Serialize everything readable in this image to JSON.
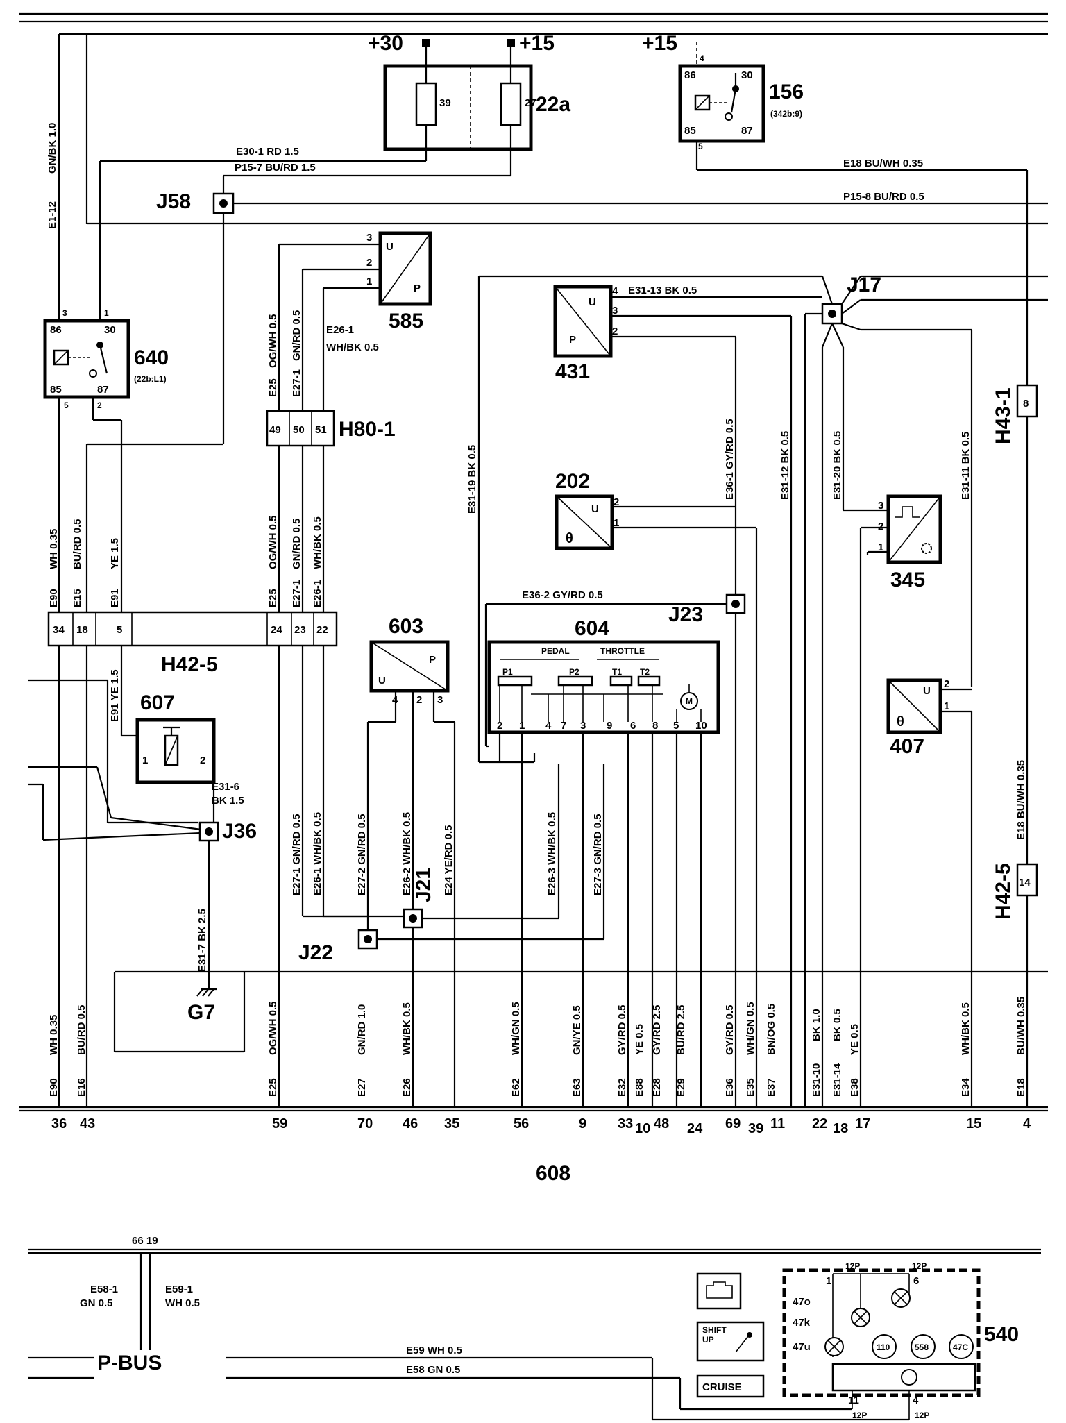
{
  "supply": {
    "plus30": "+30",
    "plus15_a": "+15",
    "plus15_b": "+15"
  },
  "fuse_box": {
    "id": "22a",
    "fuse1": "39",
    "fuse2": "27"
  },
  "relay156": {
    "id": "156",
    "ref": "(342b:9)",
    "pins": [
      "86",
      "30",
      "85",
      "87"
    ],
    "p4": "4",
    "p5": "5"
  },
  "relay640": {
    "id": "640",
    "ref": "(22b:L1)",
    "pins": [
      "86",
      "30",
      "85",
      "87"
    ],
    "p3": "3",
    "p1": "1",
    "p5": "5",
    "p2": "2"
  },
  "junctions": {
    "j58": "J58",
    "j17": "J17",
    "j23": "J23",
    "j36": "J36",
    "j21": "J21",
    "j22": "J22"
  },
  "ground": "G7",
  "wire_labels": {
    "e30_1": "E30-1   RD  1.5",
    "p15_7": "P15-7   BU/RD  1.5",
    "e18_top": "E18   BU/WH  0.35",
    "p15_8": "P15-8    BU/RD   0.5",
    "e1_12": "E1-12",
    "gn_bk": "GN/BK   1.0",
    "e26_1a": "E26-1",
    "e26_1b": "WH/BK  0.5",
    "e31_13": "E31-13     BK  0.5",
    "e36_2": "E36-2    GY/RD   0.5",
    "e31_6a": "E31-6",
    "e31_6b": "BK   1.5",
    "e59": "E59   WH  0.5",
    "e58": "E58   GN  0.5",
    "e58_1a": "E58-1",
    "e58_1b": "GN  0.5",
    "e59_1a": "E59-1",
    "e59_1b": "WH  0.5"
  },
  "sensors": {
    "s585": {
      "id": "585",
      "u": "U",
      "p": "P",
      "pins": [
        "3",
        "2",
        "1"
      ]
    },
    "s431": {
      "id": "431",
      "u": "U",
      "p": "P",
      "pins": [
        "4",
        "3",
        "2"
      ]
    },
    "s202": {
      "id": "202",
      "u": "U",
      "theta": "θ",
      "pins": [
        "2",
        "1"
      ]
    },
    "s345": {
      "id": "345",
      "pins": [
        "3",
        "2",
        "1"
      ]
    },
    "s407": {
      "id": "407",
      "u": "U",
      "theta": "θ",
      "pins": [
        "2",
        "1"
      ]
    },
    "s603": {
      "id": "603",
      "u": "U",
      "p": "P",
      "pins": [
        "4",
        "2",
        "3"
      ]
    },
    "s607": {
      "id": "607",
      "pins": [
        "1",
        "2"
      ]
    }
  },
  "connectors": {
    "h80_1": {
      "id": "H80-1",
      "pins": [
        "49",
        "50",
        "51"
      ]
    },
    "h42_5a": {
      "id": "H42-5",
      "pins": [
        "34",
        "18",
        "5",
        "24",
        "23",
        "22"
      ]
    },
    "h43_1": {
      "id": "H43-1",
      "pin": "8"
    },
    "h42_5b": {
      "id": "H42-5",
      "pin": "14"
    }
  },
  "module604": {
    "id": "604",
    "pedal": "PEDAL",
    "throttle": "THROTTLE",
    "sub": [
      "P1",
      "P2",
      "T1",
      "T2"
    ],
    "pins": [
      "2",
      "1",
      "4",
      "7",
      "3",
      "9",
      "6",
      "8",
      "5",
      "10"
    ],
    "motor": "M"
  },
  "ecu": {
    "id": "608"
  },
  "ecu_pins": [
    "36",
    "43",
    "59",
    "70",
    "46",
    "35",
    "56",
    "9",
    "33",
    "10",
    "48",
    "24",
    "69",
    "39",
    "11",
    "22",
    "18",
    "17",
    "15",
    "4"
  ],
  "bottom_wires": [
    {
      "id": "E90",
      "spec": "WH 0.35"
    },
    {
      "id": "E16",
      "spec": "BU/RD 0.5"
    },
    {
      "id": "E25",
      "spec": "OG/WH 0.5"
    },
    {
      "id": "E27",
      "spec": "GN/RD 1.0"
    },
    {
      "id": "E26",
      "spec": "WH/BK 0.5"
    },
    {
      "id": "E62",
      "spec": "WH/GN 0.5"
    },
    {
      "id": "E63",
      "spec": "GN/YE 0.5"
    },
    {
      "id": "E32",
      "spec": "GY/RD 0.5"
    },
    {
      "id": "E88",
      "spec": "YE 0.5"
    },
    {
      "id": "E28",
      "spec": "GY/RD 2.5"
    },
    {
      "id": "E29",
      "spec": "BU/RD 2.5"
    },
    {
      "id": "E36",
      "spec": "GY/RD 0.5"
    },
    {
      "id": "E35",
      "spec": "WH/GN 0.5"
    },
    {
      "id": "E37",
      "spec": "BN/OG 0.5"
    },
    {
      "id": "E31-10",
      "spec": "BK 1.0"
    },
    {
      "id": "E31-14",
      "spec": "BK 0.5"
    },
    {
      "id": "E38",
      "spec": "YE 0.5"
    },
    {
      "id": "E34",
      "spec": "WH/BK 0.5"
    },
    {
      "id": "E18",
      "spec": "BU/WH 0.35"
    }
  ],
  "mid_wires": [
    {
      "id": "E90",
      "spec": "WH 0.35"
    },
    {
      "id": "E15",
      "spec": "BU/RD 0.5"
    },
    {
      "id": "E91",
      "spec": "YE 1.5"
    },
    {
      "id": "E25",
      "spec": "OG/WH 0.5"
    },
    {
      "id": "E27-1",
      "spec": "GN/RD 0.5"
    },
    {
      "id": "E26-1",
      "spec": "WH/BK 0.5"
    }
  ],
  "upper_wires": [
    {
      "id": "E25",
      "spec": "OG/WH 0.5"
    },
    {
      "id": "E27-1",
      "spec": "GN/RD 0.5"
    }
  ],
  "vert_labels": {
    "e31_19": "E31-19    BK  0.5",
    "e36_1": "E36-1    GY/RD  0.5",
    "e31_12": "E31-12    BK  0.5",
    "e31_20": "E31-20    BK  0.5",
    "e31_11": "E31-11    BK  0.5",
    "e18_right": "E18    BU/WH  0.35",
    "e91_mid": "E91    YE  1.5",
    "e27_1b": "E27-1    GN/RD  0.5",
    "e26_1c": "E26-1    WH/BK  0.5",
    "e27_2": "E27-2    GN/RD  0.5",
    "e26_2": "E26-2    WH/BK  0.5",
    "e24": "E24    YE/RD  0.5",
    "e26_3": "E26-3    WH/BK  0.5",
    "e27_3": "E27-3    GN/RD  0.5",
    "e31_7": "E31-7    BK  2.5"
  },
  "pbus": {
    "label": "P-BUS",
    "pins": "66  19"
  },
  "cluster": {
    "id": "540",
    "p12a": "12P",
    "p12b": "12P",
    "p12c": "12P",
    "p12d": "12P",
    "p1": "1",
    "p6": "6",
    "p11": "11",
    "p4": "4",
    "side": [
      "47o",
      "47k",
      "47u"
    ],
    "lamps": [
      "110",
      "558",
      "47C"
    ]
  },
  "indicators": {
    "shift1": "SHIFT",
    "shift2": "UP",
    "cruise": "CRUISE"
  }
}
